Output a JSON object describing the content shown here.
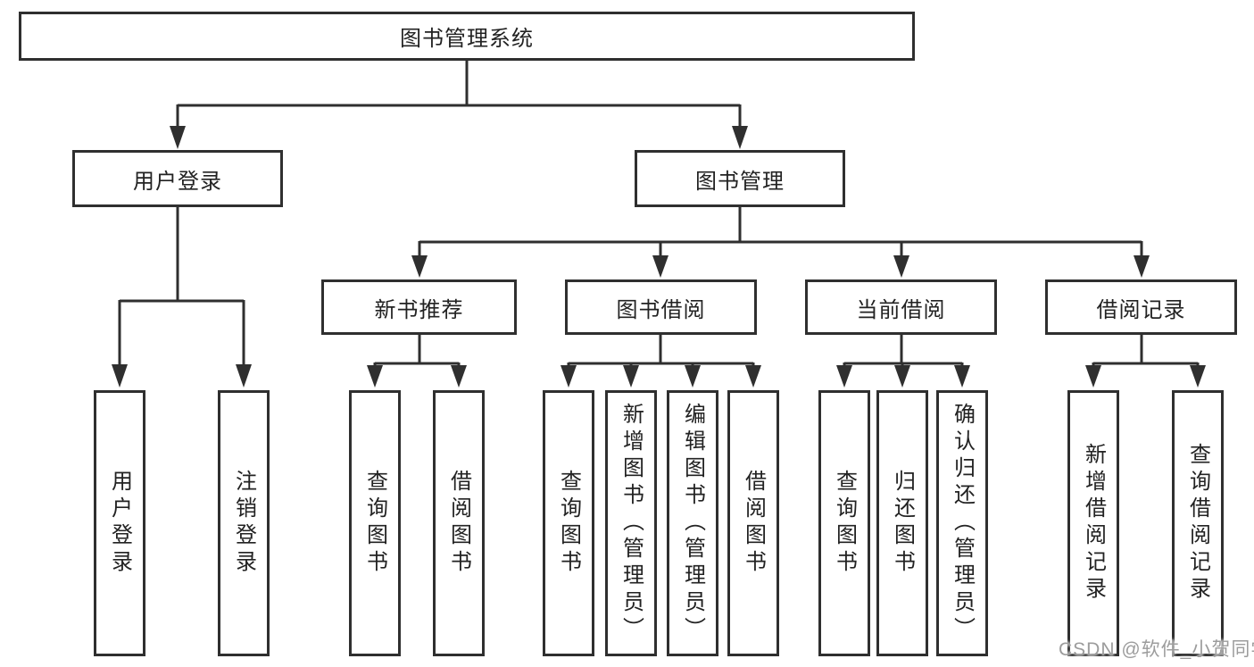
{
  "tree": {
    "root": {
      "label": "图书管理系统"
    },
    "level2": [
      {
        "label": "用户登录",
        "leaves": [
          {
            "label": "用户登录"
          },
          {
            "label": "注销登录"
          }
        ]
      },
      {
        "label": "图书管理",
        "groups": [
          {
            "label": "新书推荐",
            "leaves": [
              {
                "label": "查询图书"
              },
              {
                "label": "借阅图书"
              }
            ]
          },
          {
            "label": "图书借阅",
            "leaves": [
              {
                "label": "查询图书"
              },
              {
                "label": "新增图书（管理员）"
              },
              {
                "label": "编辑图书（管理员）"
              },
              {
                "label": "借阅图书"
              }
            ]
          },
          {
            "label": "当前借阅",
            "leaves": [
              {
                "label": "查询图书"
              },
              {
                "label": "归还图书"
              },
              {
                "label": "确认归还（管理员）"
              }
            ]
          },
          {
            "label": "借阅记录",
            "leaves": [
              {
                "label": "新增借阅记录"
              },
              {
                "label": "查询借阅记录"
              }
            ]
          }
        ]
      }
    ]
  },
  "watermark": {
    "text": "CSDN @软件_小贺同学"
  },
  "colors": {
    "line": "#2f2f2f",
    "text": "#222222",
    "watermark": "#9c9c9c",
    "background": "#ffffff"
  }
}
